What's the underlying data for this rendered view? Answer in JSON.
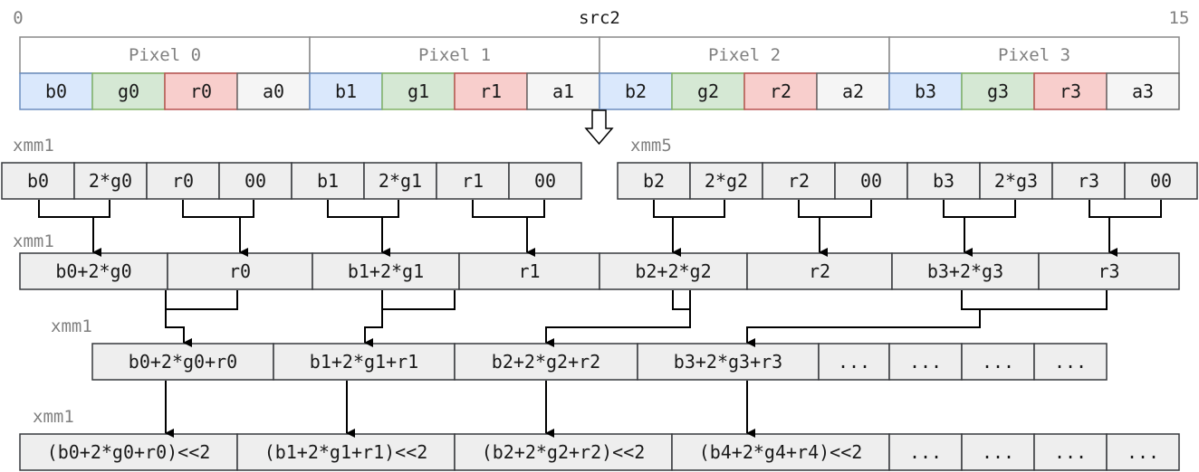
{
  "header": {
    "left_index": "0",
    "title": "src2",
    "right_index": "15"
  },
  "colors": {
    "blue": "#dae8fc",
    "blue_stroke": "#6c8ebf",
    "green": "#d5e8d4",
    "green_stroke": "#82b366",
    "red": "#f8cecc",
    "red_stroke": "#b85450",
    "gray": "#f5f5f5",
    "cell": "#eeeeee",
    "cell_stroke": "#36393d"
  },
  "pixels": [
    "Pixel 0",
    "Pixel 1",
    "Pixel 2",
    "Pixel 3"
  ],
  "src_cells": [
    {
      "text": "b0",
      "color": "blue"
    },
    {
      "text": "g0",
      "color": "green"
    },
    {
      "text": "r0",
      "color": "red"
    },
    {
      "text": "a0",
      "color": "gray"
    },
    {
      "text": "b1",
      "color": "blue"
    },
    {
      "text": "g1",
      "color": "green"
    },
    {
      "text": "r1",
      "color": "red"
    },
    {
      "text": "a1",
      "color": "gray"
    },
    {
      "text": "b2",
      "color": "blue"
    },
    {
      "text": "g2",
      "color": "green"
    },
    {
      "text": "r2",
      "color": "red"
    },
    {
      "text": "a2",
      "color": "gray"
    },
    {
      "text": "b3",
      "color": "blue"
    },
    {
      "text": "g3",
      "color": "green"
    },
    {
      "text": "r3",
      "color": "red"
    },
    {
      "text": "a3",
      "color": "gray"
    }
  ],
  "reg_labels": {
    "row1_left": "xmm1",
    "row1_right": "xmm5",
    "row2": "xmm1",
    "row3": "xmm1",
    "row4": "xmm1"
  },
  "row1_left": [
    "b0",
    "2*g0",
    "r0",
    "00",
    "b1",
    "2*g1",
    "r1",
    "00"
  ],
  "row1_right": [
    "b2",
    "2*g2",
    "r2",
    "00",
    "b3",
    "2*g3",
    "r3",
    "00"
  ],
  "row2": [
    "b0+2*g0",
    "r0",
    "b1+2*g1",
    "r1",
    "b2+2*g2",
    "r2",
    "b3+2*g3",
    "r3"
  ],
  "row3": [
    "b0+2*g0+r0",
    "b1+2*g1+r1",
    "b2+2*g2+r2",
    "b3+2*g3+r3",
    "...",
    "...",
    "...",
    "..."
  ],
  "row4": [
    "(b0+2*g0+r0)<<2",
    "(b1+2*g1+r1)<<2",
    "(b2+2*g2+r2)<<2",
    "(b4+2*g4+r4)<<2",
    "...",
    "...",
    "...",
    "..."
  ]
}
